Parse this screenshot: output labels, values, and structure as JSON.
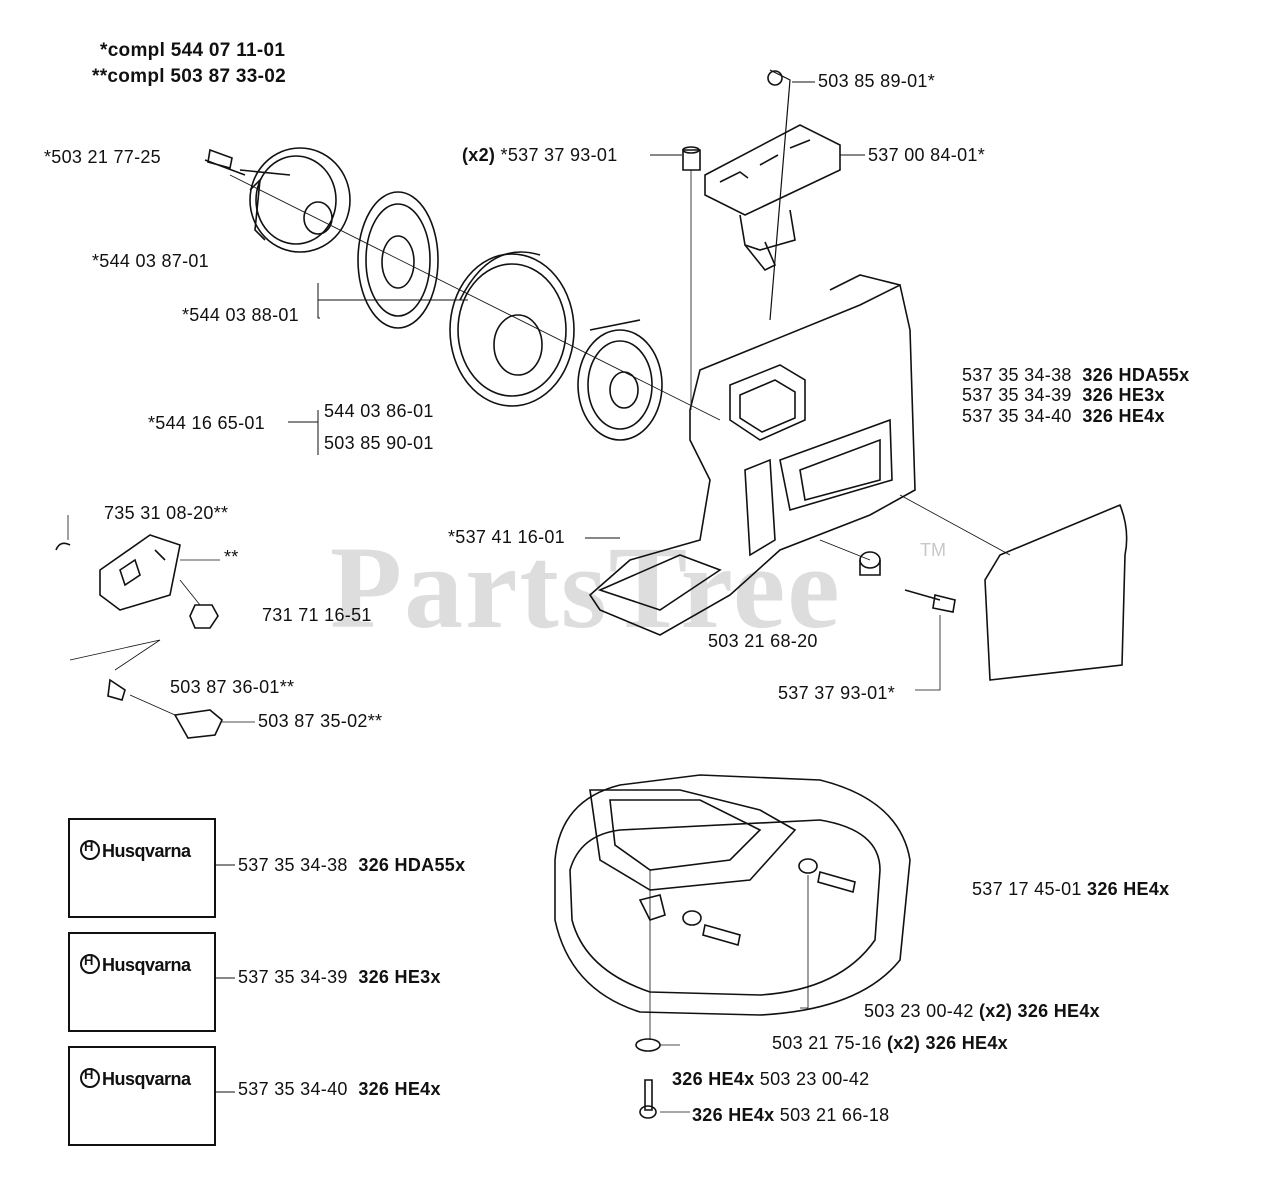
{
  "header": {
    "compl_1": "*compl 544 07 11-01",
    "compl_2": "**compl 503 87 33-02"
  },
  "watermark": {
    "text": "PartsTree",
    "tm": "TM"
  },
  "parts": {
    "p_503858901": "503 85 89-01*",
    "p_x2_537379301_prefix": "(x2)",
    "p_x2_537379301": " *537 37 93-01",
    "p_537008401": "537 00 84-01*",
    "p_503217725": "*503 21 77-25",
    "p_544038701": "*544 03 87-01",
    "p_544038801": "*544 03 88-01",
    "p_544166501": "*544 16 65-01",
    "p_544038601": "544 03 86-01",
    "p_503859001": "503 85 90-01",
    "p_735310820": "735 31 08-20**",
    "p_starstar": "**",
    "p_731711651": "731 71 16-51",
    "p_503873601": "503 87 36-01**",
    "p_503873502": "503 87 35-02**",
    "p_537411601": "*537 41 16-01",
    "p_503216820": "503 21 68-20",
    "p_537379301": "537 37 93-01*",
    "p_537171745": "537 17 45-01",
    "p_537171745_model": "326 HE4x",
    "p_503230042a": "503 23 00-42",
    "p_503230042a_x2": "(x2) 326 HE4x",
    "p_503217516": "503 21 75-16",
    "p_503217516_x2": "(x2) 326 HE4x",
    "p_503230042b_model": "326 HE4x",
    "p_503230042b": "503 23 00-42",
    "p_503216618_model": "326 HE4x",
    "p_503216618": "503 21 66-18"
  },
  "variants": [
    {
      "part": "537 35 34-38",
      "model": "326 HDA55x"
    },
    {
      "part": "537 35 34-39",
      "model": "326 HE3x"
    },
    {
      "part": "537 35 34-40",
      "model": "326 HE4x"
    }
  ],
  "decals": [
    {
      "logo": "Husqvarna",
      "part": "537 35 34-38",
      "model": "326 HDA55x"
    },
    {
      "logo": "Husqvarna",
      "part": "537 35 34-39",
      "model": "326 HE3x"
    },
    {
      "logo": "Husqvarna",
      "part": "537 35 34-40",
      "model": "326 HE4x"
    }
  ]
}
